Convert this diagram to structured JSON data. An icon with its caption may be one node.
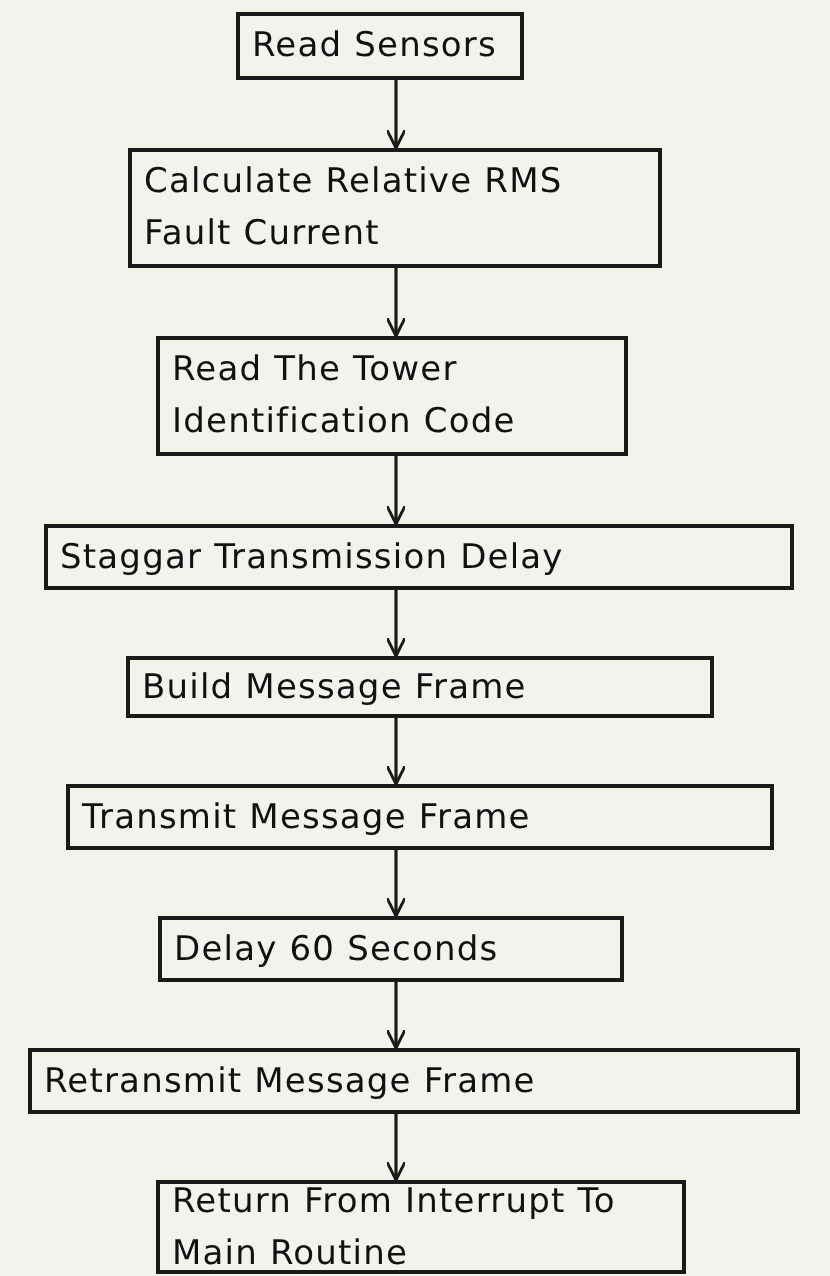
{
  "diagram": {
    "nodes": [
      {
        "text": [
          "Read Sensors"
        ]
      },
      {
        "text": [
          "Calculate Relative RMS Fault Current"
        ]
      },
      {
        "text": [
          "Read The Tower Identification Code"
        ]
      },
      {
        "text": [
          "Staggar Transmission Delay"
        ]
      },
      {
        "text": [
          "Build Message Frame"
        ]
      },
      {
        "text": [
          "Transmit Message Frame"
        ]
      },
      {
        "text": [
          "Delay 60 Seconds"
        ]
      },
      {
        "text": [
          "Retransmit Message Frame"
        ]
      },
      {
        "text": [
          "Return From Interrupt To Main Routine"
        ]
      }
    ],
    "edges": [
      {
        "from": 0,
        "to": 1,
        "arrow": "to"
      },
      {
        "from": 1,
        "to": 2,
        "arrow": "to"
      },
      {
        "from": 2,
        "to": 3,
        "arrow": "to"
      },
      {
        "from": 3,
        "to": 4,
        "arrow": "to"
      },
      {
        "from": 4,
        "to": 5,
        "arrow": "to"
      },
      {
        "from": 5,
        "to": 6,
        "arrow": "to"
      },
      {
        "from": 6,
        "to": 7,
        "arrow": "to"
      },
      {
        "from": 7,
        "to": 8,
        "arrow": "to"
      }
    ]
  }
}
